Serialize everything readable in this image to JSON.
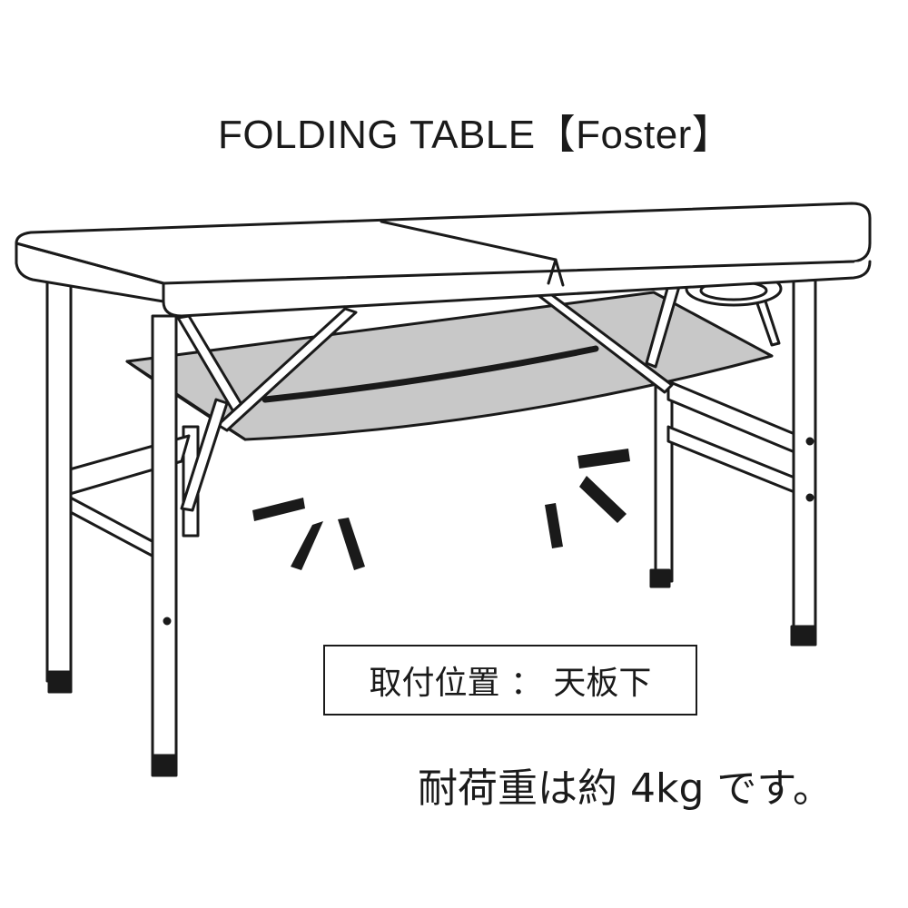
{
  "title": "FOLDING TABLE【Foster】",
  "mount_position_label": "取付位置 ： 天板下",
  "load_capacity_note": "耐荷重は約 4kg です。",
  "colors": {
    "line": "#1a1a1a",
    "mesh": "#c8c8c8",
    "background": "#ffffff"
  }
}
